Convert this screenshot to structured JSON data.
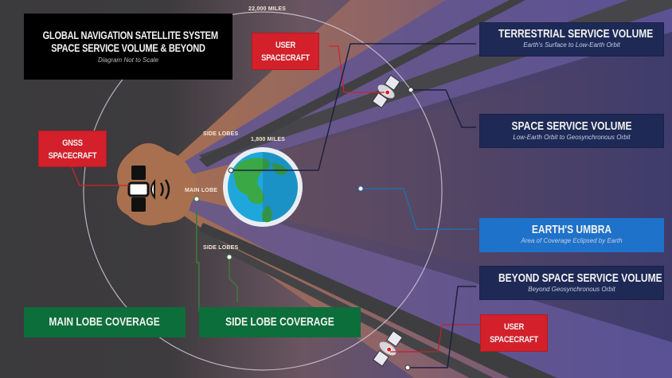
{
  "title": {
    "line1": "GLOBAL NAVIGATION SATELLITE SYSTEM",
    "line2": "SPACE SERVICE VOLUME & BEYOND",
    "subtitle": "Diagram Not to Scale"
  },
  "distance_labels": {
    "outer": "22,000 MILES",
    "inner": "1,800 MILES"
  },
  "lobe_labels": {
    "side_lobes_top": "SIDE LOBES",
    "main_lobe": "MAIN LOBE",
    "side_lobes_bottom": "SIDE LOBES"
  },
  "callouts": {
    "gnss_spacecraft": [
      "GNSS",
      "SPACECRAFT"
    ],
    "user_spacecraft_top": [
      "USER",
      "SPACECRAFT"
    ],
    "user_spacecraft_bottom": [
      "USER",
      "SPACECRAFT"
    ]
  },
  "zones": [
    {
      "title": "TERRESTRIAL SERVICE VOLUME",
      "subtitle": "Earth's Surface to Low-Earth Orbit"
    },
    {
      "title": "SPACE SERVICE VOLUME",
      "subtitle": "Low-Earth Orbit to Geosynchronous Orbit"
    },
    {
      "title": "EARTH'S UMBRA",
      "subtitle": "Area of Coverage Eclipsed by Earth"
    },
    {
      "title": "BEYOND SPACE SERVICE VOLUME",
      "subtitle": "Beyond Geosynchronous Orbit"
    }
  ],
  "coverage": {
    "main": "MAIN LOBE COVERAGE",
    "side": "SIDE LOBE COVERAGE"
  },
  "colors": {
    "red_callout": "#d3202a",
    "navy_box": "#1e2a55",
    "umbra_blue": "#1e72c9",
    "coverage_green": "#0c6e3a",
    "main_lobe": "#a8704e",
    "earth_ocean": "#1fa7dc",
    "earth_land": "#3aa845"
  }
}
